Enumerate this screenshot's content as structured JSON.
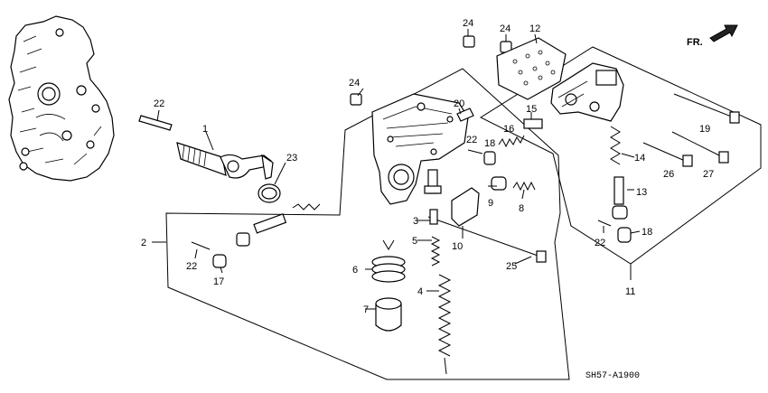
{
  "diagram": {
    "diagram_code": "SH57-A1900",
    "direction_label": "FR.",
    "callouts": [
      {
        "id": "c1",
        "label": "1"
      },
      {
        "id": "c2",
        "label": "2"
      },
      {
        "id": "c3",
        "label": "3"
      },
      {
        "id": "c4",
        "label": "4"
      },
      {
        "id": "c5",
        "label": "5"
      },
      {
        "id": "c6",
        "label": "6"
      },
      {
        "id": "c7",
        "label": "7"
      },
      {
        "id": "c8",
        "label": "8"
      },
      {
        "id": "c9",
        "label": "9"
      },
      {
        "id": "c10",
        "label": "10"
      },
      {
        "id": "c11",
        "label": "11"
      },
      {
        "id": "c12",
        "label": "12"
      },
      {
        "id": "c13",
        "label": "13"
      },
      {
        "id": "c14",
        "label": "14"
      },
      {
        "id": "c15",
        "label": "15"
      },
      {
        "id": "c16",
        "label": "16"
      },
      {
        "id": "c17",
        "label": "17"
      },
      {
        "id": "c18a",
        "label": "18"
      },
      {
        "id": "c18b",
        "label": "18"
      },
      {
        "id": "c19",
        "label": "19"
      },
      {
        "id": "c20",
        "label": "20"
      },
      {
        "id": "c21",
        "label": "21"
      },
      {
        "id": "c22a",
        "label": "22"
      },
      {
        "id": "c22b",
        "label": "22"
      },
      {
        "id": "c22c",
        "label": "22"
      },
      {
        "id": "c23",
        "label": "23"
      },
      {
        "id": "c24a",
        "label": "24"
      },
      {
        "id": "c24b",
        "label": "24"
      },
      {
        "id": "c24c",
        "label": "24"
      },
      {
        "id": "c25",
        "label": "25"
      },
      {
        "id": "c26",
        "label": "26"
      },
      {
        "id": "c27",
        "label": "27"
      }
    ]
  }
}
